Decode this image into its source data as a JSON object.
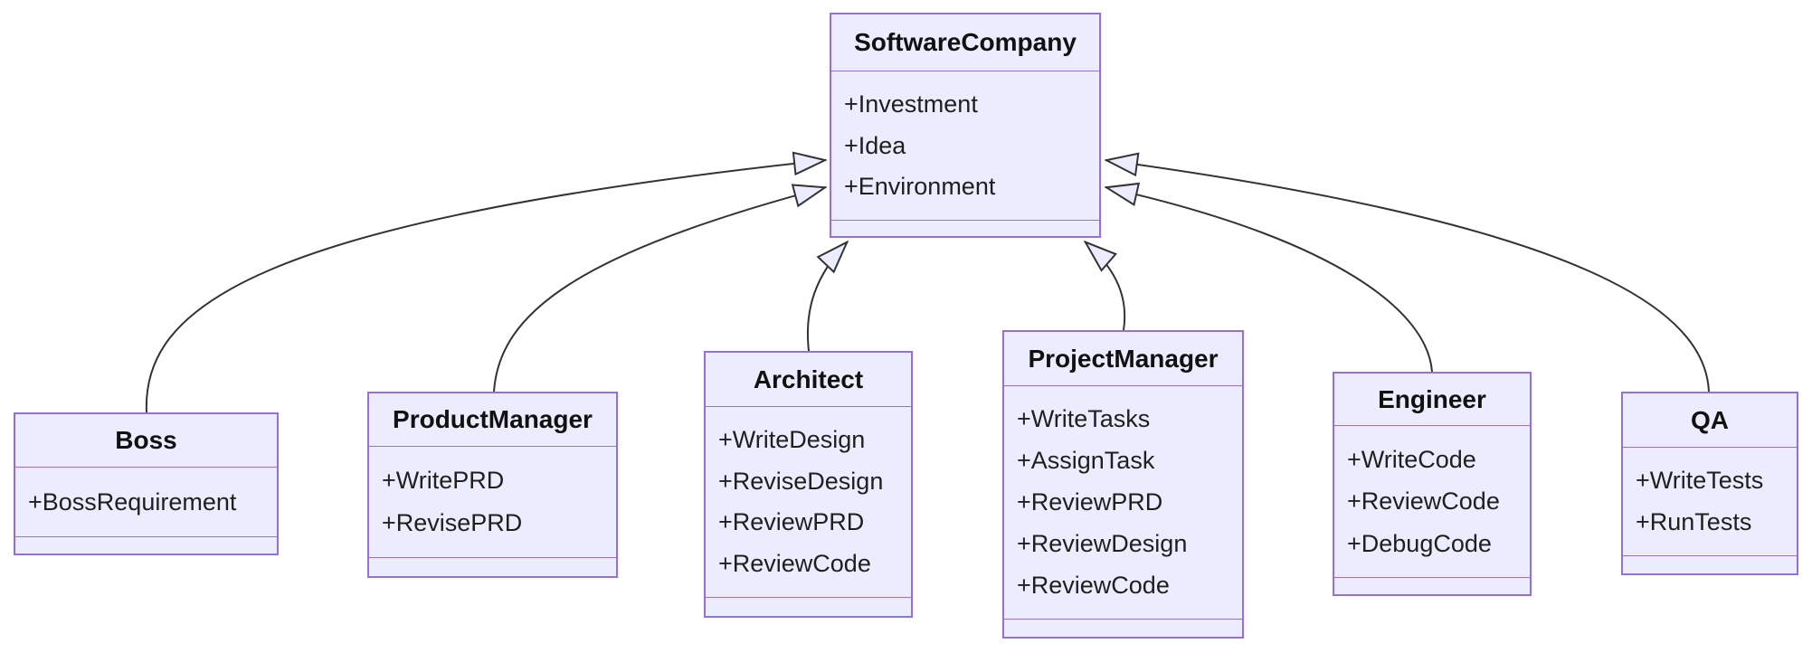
{
  "diagram": {
    "kind": "uml-class-diagram",
    "parent_class": "SoftwareCompany"
  },
  "colors": {
    "background": "#ffffff",
    "node_fill": "#ECECFF",
    "node_border": "#9370DB",
    "edge_color": "#333333",
    "text_color": "#1f1f1f",
    "title_color": "#111111"
  },
  "classes": [
    {
      "id": "software-company",
      "name": "SoftwareCompany",
      "members": [
        "+Investment",
        "+Idea",
        "+Environment"
      ]
    },
    {
      "id": "boss",
      "name": "Boss",
      "members": [
        "+BossRequirement"
      ]
    },
    {
      "id": "product-manager",
      "name": "ProductManager",
      "members": [
        "+WritePRD",
        "+RevisePRD"
      ]
    },
    {
      "id": "architect",
      "name": "Architect",
      "members": [
        "+WriteDesign",
        "+ReviseDesign",
        "+ReviewPRD",
        "+ReviewCode"
      ]
    },
    {
      "id": "project-manager",
      "name": "ProjectManager",
      "members": [
        "+WriteTasks",
        "+AssignTask",
        "+ReviewPRD",
        "+ReviewDesign",
        "+ReviewCode"
      ]
    },
    {
      "id": "engineer",
      "name": "Engineer",
      "members": [
        "+WriteCode",
        "+ReviewCode",
        "+DebugCode"
      ]
    },
    {
      "id": "qa",
      "name": "QA",
      "members": [
        "+WriteTests",
        "+RunTests"
      ]
    }
  ],
  "relationships": [
    {
      "from": "Boss",
      "to": "SoftwareCompany",
      "type": "inheritance"
    },
    {
      "from": "ProductManager",
      "to": "SoftwareCompany",
      "type": "inheritance"
    },
    {
      "from": "Architect",
      "to": "SoftwareCompany",
      "type": "inheritance"
    },
    {
      "from": "ProjectManager",
      "to": "SoftwareCompany",
      "type": "inheritance"
    },
    {
      "from": "Engineer",
      "to": "SoftwareCompany",
      "type": "inheritance"
    },
    {
      "from": "QA",
      "to": "SoftwareCompany",
      "type": "inheritance"
    }
  ]
}
